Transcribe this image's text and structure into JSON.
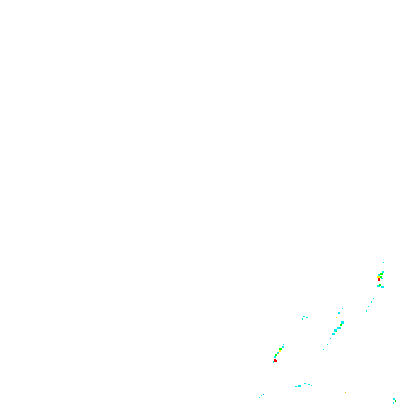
{
  "map": {
    "kind": "weather-radar-reflectivity-tile",
    "background": "#ffffff",
    "palette": {
      "light": "#00ecec",
      "light_alt": "#01a0f6",
      "moderate": "#00ff00",
      "moderate_dark": "#00c800",
      "heavy": "#ffff00",
      "heavy_alt": "#e7c000",
      "intense": "#ff9000",
      "extreme": "#ff0000",
      "core": "#d60000"
    },
    "cells": [
      {
        "id": "cell-ne-upper",
        "intensity_levels": [
          "light",
          "moderate",
          "heavy",
          "extreme"
        ]
      },
      {
        "id": "cell-ne-lower",
        "intensity_levels": [
          "light",
          "moderate"
        ]
      },
      {
        "id": "cell-east-band",
        "intensity_levels": [
          "light",
          "moderate",
          "heavy"
        ]
      },
      {
        "id": "cell-central-south",
        "intensity_levels": [
          "light",
          "moderate",
          "heavy",
          "intense",
          "extreme"
        ]
      },
      {
        "id": "cell-south-scatter",
        "intensity_levels": [
          "light"
        ]
      },
      {
        "id": "cell-se-corner",
        "intensity_levels": [
          "light",
          "moderate"
        ]
      },
      {
        "id": "cell-isolated-east",
        "intensity_levels": [
          "light"
        ]
      }
    ]
  }
}
